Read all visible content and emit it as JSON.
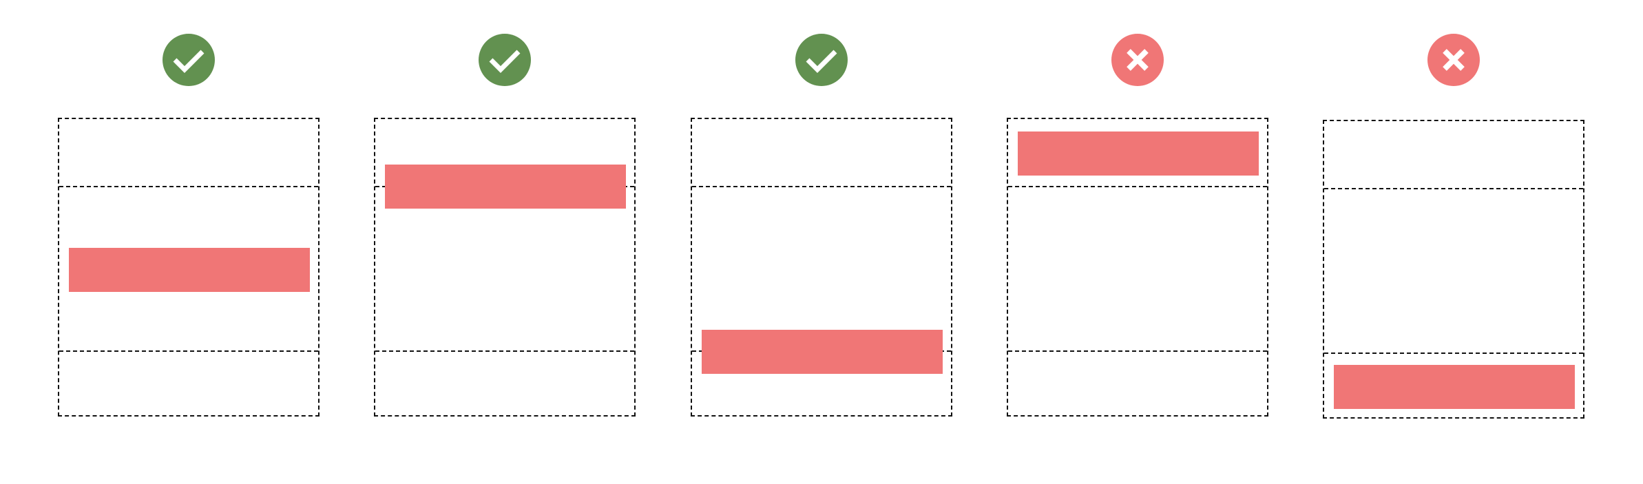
{
  "colors": {
    "valid": "#629150",
    "invalid": "#f07676",
    "bar": "#f07676",
    "stroke": "#111111"
  },
  "panels": [
    {
      "status": "valid",
      "icon": "checkmark-icon"
    },
    {
      "status": "valid",
      "icon": "checkmark-icon"
    },
    {
      "status": "valid",
      "icon": "checkmark-icon"
    },
    {
      "status": "invalid",
      "icon": "cross-icon"
    },
    {
      "status": "invalid",
      "icon": "cross-icon"
    }
  ]
}
